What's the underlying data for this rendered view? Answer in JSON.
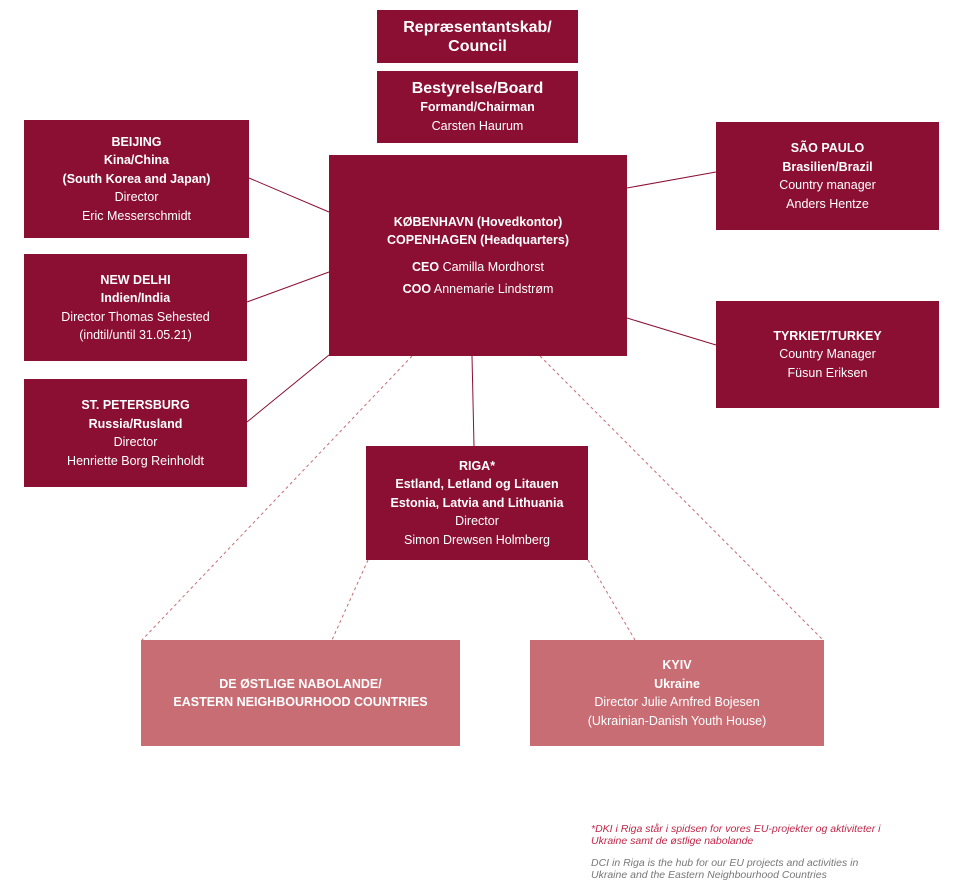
{
  "colors": {
    "primary_box": "#8a0f33",
    "secondary_box": "#c86d74",
    "connector": "#8a0f33",
    "dashed_connector": "#c86d74",
    "note_red": "#c0284a",
    "note_gray": "#777777"
  },
  "council": {
    "title_line1": "Repræsentantskab/",
    "title_line2": "Council"
  },
  "board": {
    "title": "Bestyrelse/Board",
    "role": "Formand/Chairman",
    "name": "Carsten Haurum"
  },
  "hq": {
    "line1": "KØBENHAVN (Hovedkontor)",
    "line2": "COPENHAGEN (Headquarters)",
    "ceo_label": "CEO",
    "ceo_name": "Camilla Mordhorst",
    "coo_label": "COO",
    "coo_name": "Annemarie Lindstrøm"
  },
  "beijing": {
    "city": "BEIJING",
    "country": "Kina/China",
    "region": "(South Korea and Japan)",
    "role": "Director",
    "name": "Eric Messerschmidt"
  },
  "new_delhi": {
    "city": "NEW DELHI",
    "country": "Indien/India",
    "role": "Director Thomas Sehested",
    "note": "(indtil/until 31.05.21)"
  },
  "st_petersburg": {
    "city": "ST. PETERSBURG",
    "country": "Russia/Rusland",
    "role": "Director",
    "name": "Henriette Borg Reinholdt"
  },
  "sao_paulo": {
    "city": "SÃO PAULO",
    "country": "Brasilien/Brazil",
    "role": "Country manager",
    "name": "Anders Hentze"
  },
  "turkey": {
    "city": "TYRKIET/TURKEY",
    "role": "Country Manager",
    "name": "Füsun Eriksen"
  },
  "riga": {
    "city": "RIGA*",
    "country_da": "Estland, Letland og Litauen",
    "country_en": "Estonia, Latvia and Lithuania",
    "role": "Director",
    "name": "Simon Drewsen Holmberg"
  },
  "eastern": {
    "line1": "DE ØSTLIGE NABOLANDE/",
    "line2": "EASTERN NEIGHBOURHOOD COUNTRIES"
  },
  "kyiv": {
    "city": "KYIV",
    "country": "Ukraine",
    "role": "Director Julie Arnfred Bojesen",
    "note": "(Ukrainian-Danish Youth House)"
  },
  "footnotes": {
    "danish_line1": "*DKI i Riga står i spidsen for vores EU-projekter og aktiviteter i",
    "danish_line2": "Ukraine samt de østlige nabolande",
    "english_line1": "DCI in Riga is the hub for our EU projects and activities in",
    "english_line2": "Ukraine and the Eastern Neighbourhood Countries"
  }
}
